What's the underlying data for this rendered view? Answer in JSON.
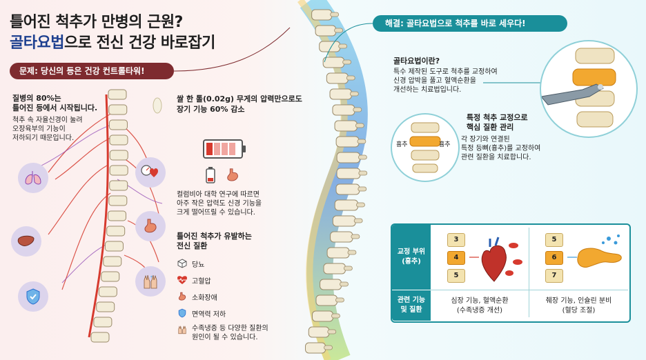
{
  "title": {
    "line1": "틀어진 척추가 만병의 근원?",
    "line2_highlight": "골타요법",
    "line2_rest": "으로 전신 건강 바로잡기"
  },
  "problem": {
    "banner": "문제: 당신의 등은 건강 컨트롤타워!",
    "stat_line1": "질병의 80%는",
    "stat_line2": "틀어진 등에서 시작됩니다.",
    "desc_line1": "척추 속 자율신경이 눌려",
    "desc_line2": "오장육부의 기능이",
    "desc_line3": "저하되기 때문입니다.",
    "rice_line1": "쌀 한 톨(0.02g) 무게의 압력만으로도",
    "rice_line2": "장기 기능 60% 감소",
    "columbia_line1": "컬럼비아 대학 연구에 따르면",
    "columbia_line2": "아주 작은 압력도 신경 기능을",
    "columbia_line3": "크게 떨어뜨릴 수 있습니다.",
    "disease_title_line1": "틀어진 척추가 유발하는",
    "disease_title_line2": "전신 질환",
    "diseases": [
      "당뇨",
      "고혈압",
      "소화장애",
      "면역력 저하"
    ],
    "cold_line1": "수족냉증 등 다양한 질환의",
    "cold_line2": "원인이 될 수 있습니다."
  },
  "solution": {
    "banner": "해결: 골타요법으로 척추를 바로 세우다!",
    "what_title": "골타요법이란?",
    "what_line1": "특수 제작된 도구로 척추를 교정하여",
    "what_line2": "신경 압박을 풀고 혈액순환을",
    "what_line3": "개선하는 치료법입니다.",
    "spec_title_line1": "특정 척추 교정으로",
    "spec_title_line2": "핵심 질환 관리",
    "spec_line1": "각 장기와 연결된",
    "spec_line2": "특정 등뼈(흉추)를 교정하여",
    "spec_line3": "관련 질환을 치료합니다.",
    "label_left": "흉추",
    "label_right": "흉추"
  },
  "table": {
    "header_row1_line1": "교정 부위",
    "header_row1_line2": "(흉추)",
    "header_row2_line1": "관련 기능",
    "header_row2_line2": "및 질환",
    "col1_vertebrae": [
      "3",
      "4",
      "5"
    ],
    "col2_vertebrae": [
      "5",
      "6",
      "7"
    ],
    "col1_func_line1": "심장 기능, 혈액순환",
    "col1_func_line2": "(수족냉증 개선)",
    "col2_func_line1": "췌장 기능, 인슐린 분비",
    "col2_func_line2": "(혈당 조절)"
  },
  "colors": {
    "problem_accent": "#7e2b2f",
    "solution_accent": "#1a8f9a",
    "title_highlight": "#1d3f8f",
    "nerve_red": "#d63a2e"
  }
}
